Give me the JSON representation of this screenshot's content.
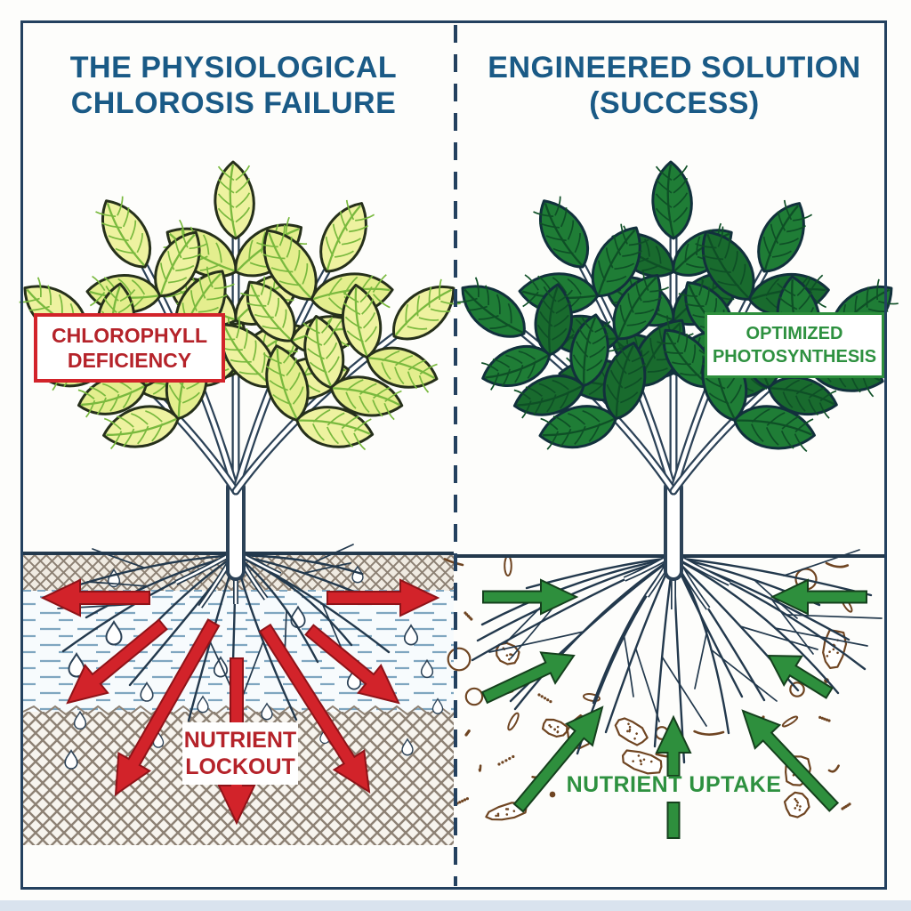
{
  "left": {
    "title": [
      "THE PHYSIOLOGICAL",
      "CHLOROSIS FAILURE"
    ],
    "deficiency_label": [
      "CHLOROPHYLL",
      "DEFICIENCY"
    ],
    "lockout_label": [
      "NUTRIENT",
      "LOCKOUT"
    ]
  },
  "right": {
    "title": [
      "ENGINEERED SOLUTION",
      "(SUCCESS)"
    ],
    "photosynthesis_label": [
      "OPTIMIZED",
      "PHOTOSYNTHESIS"
    ],
    "uptake_label": "NUTRIENT UPTAKE"
  },
  "colors": {
    "title": "#1a5a86",
    "navy": "#24415f",
    "red": "#d2232a",
    "redDark": "#8e1318",
    "redText": "#b5232a",
    "green": "#2e8f3d",
    "greenDark": "#15401d",
    "greenText": "#2e9140",
    "leafYellow": "#eef2a0",
    "leafYellowAlt": "#e4ee8e",
    "yellowVein": "#79b93e",
    "leafGreen": "#1f7d36",
    "leafGreenAlt": "#196b2e",
    "greenVein": "#0e4f26",
    "leafOutline": "#26301b",
    "leafOutlineRight": "#12303c",
    "stem": "#2c4257",
    "root": "#23394d",
    "hatch": "#8d8174",
    "hatchBg": "#f0ebe2",
    "waterDash": "#7fa6c0",
    "waterBg": "#f7fbfd",
    "doodleBrown": "#6f4522"
  }
}
